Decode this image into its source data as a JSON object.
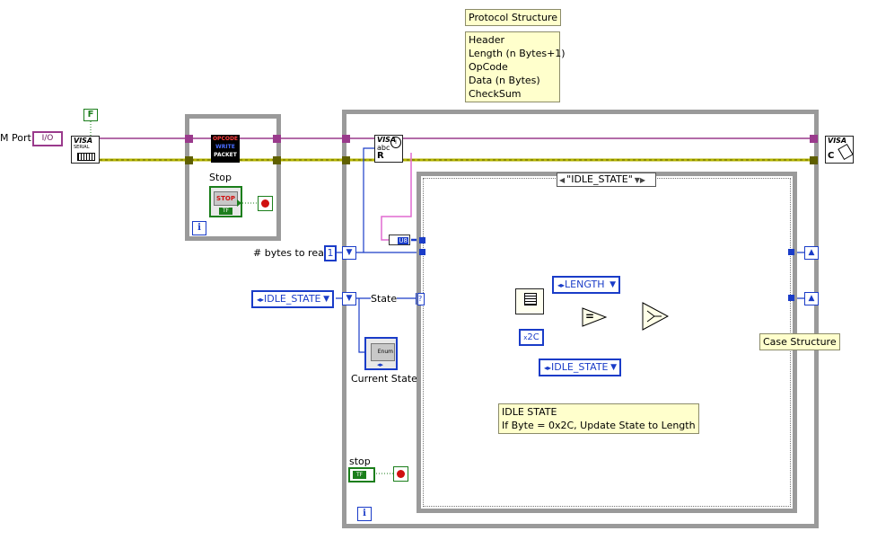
{
  "notes": {
    "protocol_title": "Protocol Structure",
    "protocol_fields": [
      "Header",
      "Length (n Bytes+1)",
      "OpCode",
      "Data (n Bytes)",
      "CheckSum"
    ],
    "idle_title": "IDLE STATE",
    "idle_desc": "If Byte = 0x2C, Update State to Length"
  },
  "controls": {
    "port_label": "M Port",
    "port_io": "I/O",
    "bytes_label": "# bytes to read",
    "bytes_value": "1",
    "state_enum_value": "IDLE_STATE",
    "state_wire_label": "State",
    "current_state_label": "Current State",
    "enum_icon_text": "Enum",
    "stop_button_text": "STOP",
    "stop_label": "Stop",
    "stop_lower_label": "stop",
    "tf": "TF",
    "false_const": "F"
  },
  "case_structure": {
    "selector_value": "\"IDLE_STATE\"",
    "length_const": "LENGTH",
    "idle_const": "IDLE_STATE",
    "hex_const": "2C",
    "hex_prefix": "x",
    "equals_symbol": "=",
    "label": "Case Structure"
  },
  "nodes": {
    "visa_serial": "VISA",
    "visa_serial_sub": "SERIAL",
    "visa_read": "VISA",
    "visa_read_abc": "abc",
    "visa_read_r": "R",
    "visa_close": "VISA",
    "visa_close_c": "C",
    "opcode_top": "OPCODE",
    "opcode_mid": "WRITE",
    "opcode_bot": "PACKET",
    "u8": "U8",
    "iteration": "i"
  },
  "colors": {
    "visa_wire": "#9a3a8c",
    "error_wire": "#b5b500",
    "number_wire": "#1a3cc8",
    "bool": "#1b7e1b",
    "frame": "#9a9a9a"
  }
}
